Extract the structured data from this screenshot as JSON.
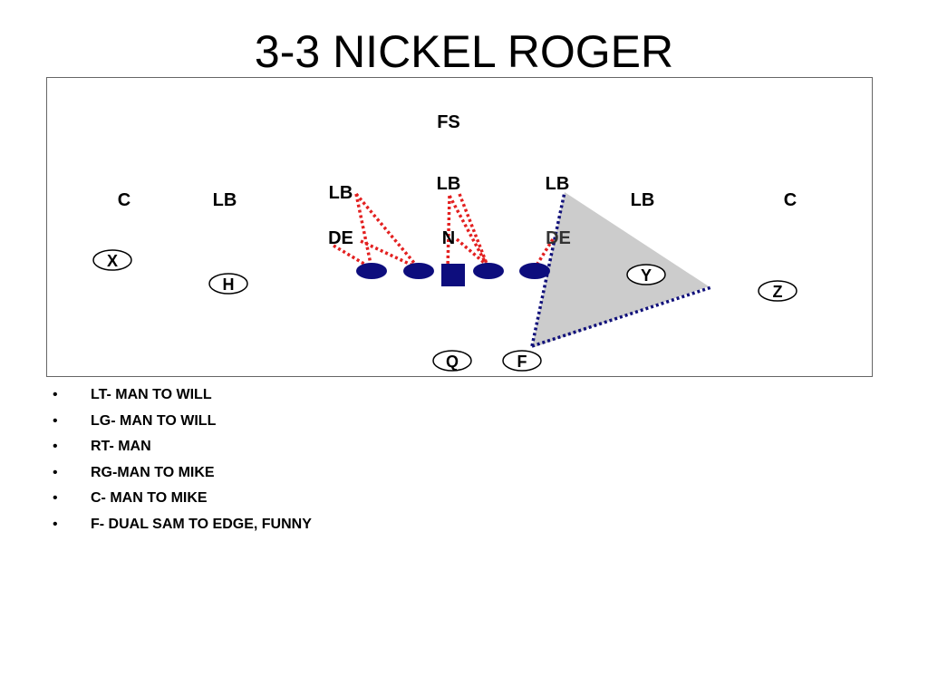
{
  "title": "3-3 NICKEL ROGER",
  "defense": {
    "fs": "FS",
    "c_left": "C",
    "lb_far_left": "LB",
    "lb_left": "LB",
    "lb_mid": "LB",
    "lb_right_inner": "LB",
    "lb_far_right": "LB",
    "c_right": "C",
    "de_left": "DE",
    "nose": "N",
    "de_right": "DE"
  },
  "offense": {
    "x": "X",
    "h": "H",
    "y": "Y",
    "z": "Z",
    "q": "Q",
    "f": "F"
  },
  "colors": {
    "lineman": "#0d0d7d",
    "block_line": "#e32020",
    "route_line": "#10107a",
    "zone_fill": "#cccccc"
  },
  "notes": [
    "LT- MAN TO WILL",
    "LG- MAN TO WILL",
    "RT- MAN",
    "RG-MAN TO MIKE",
    "C- MAN TO MIKE",
    "F- DUAL SAM TO EDGE, FUNNY"
  ],
  "bullet": "•"
}
